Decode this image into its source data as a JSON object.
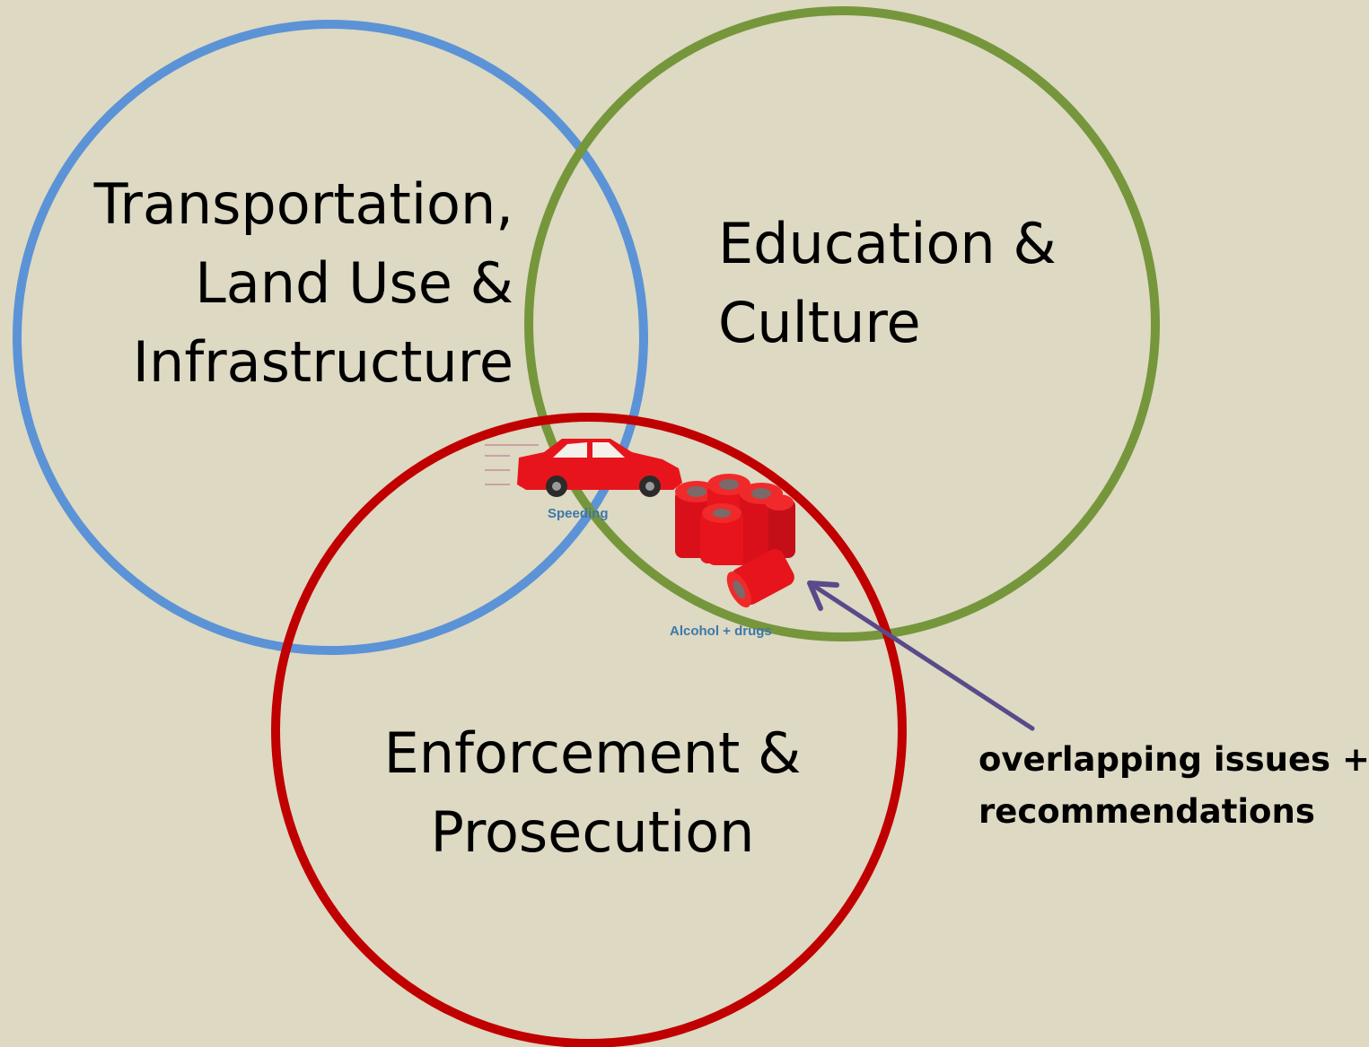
{
  "circles": [
    {
      "id": "transportation",
      "lines": [
        "Transportation,",
        "Land Use &",
        "Infrastructure"
      ],
      "color": "#5b93d6"
    },
    {
      "id": "education",
      "lines": [
        "Education &",
        "Culture"
      ],
      "color": "#76963c"
    },
    {
      "id": "enforcement",
      "lines": [
        "Enforcement &",
        "Prosecution"
      ],
      "color": "#c00000"
    }
  ],
  "icons": {
    "speeding": {
      "caption": "Speeding",
      "icon": "car-icon",
      "color": "#e8141c"
    },
    "alcohol": {
      "caption": "Alcohol + drugs",
      "icon": "cans-icon",
      "color": "#e8141c"
    }
  },
  "annotation": {
    "lines": [
      "overlapping issues +",
      "recommendations"
    ],
    "arrow_color": "#5a4a8a"
  },
  "background": "#ddd9c3"
}
